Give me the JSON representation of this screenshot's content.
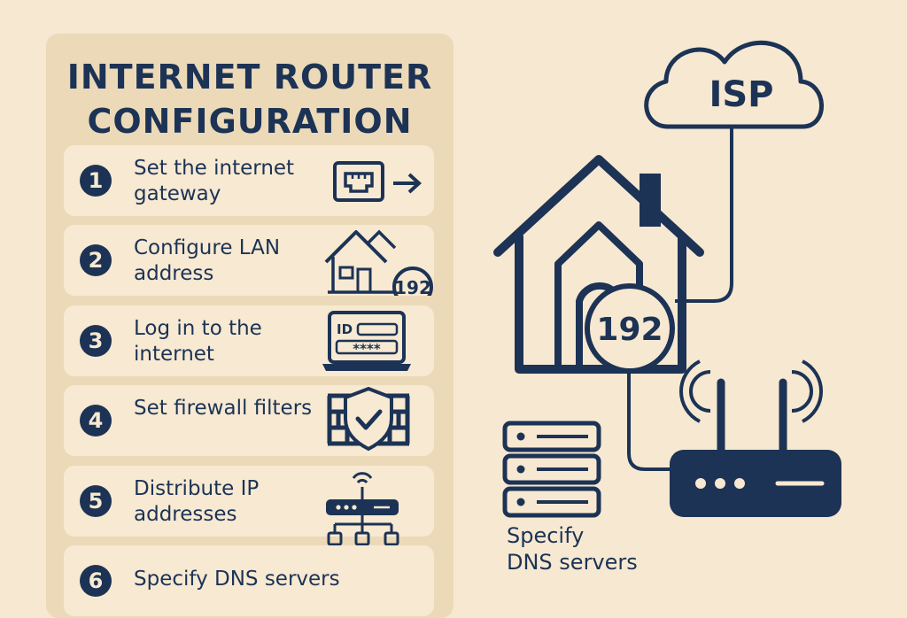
{
  "title": {
    "line1": "INTERNET ROUTER",
    "line2": "CONFIGURATION"
  },
  "steps": [
    {
      "num": "1",
      "label": "Set the internet gateway",
      "icon": "ethernet-port-arrow-icon"
    },
    {
      "num": "2",
      "label": "Configure LAN address",
      "icon": "house-192-icon",
      "badge": "192"
    },
    {
      "num": "3",
      "label": "Log in to the internet",
      "icon": "laptop-login-icon",
      "id_text": "ID",
      "password_text": "****"
    },
    {
      "num": "4",
      "label": "Set firewall filters",
      "icon": "firewall-shield-icon"
    },
    {
      "num": "5",
      "label": "Distribute IP addresses",
      "icon": "router-network-icon"
    },
    {
      "num": "6",
      "label": "Specify DNS servers"
    }
  ],
  "diagram": {
    "isp_label": "ISP",
    "lan_ip_label": "192",
    "dns_label": "Specify DNS servers",
    "dns_label_lines": [
      "Specify",
      "DNS servers"
    ]
  },
  "colors": {
    "background": "#f7e8d1",
    "panel": "#ecd9b8",
    "step_card": "#f7e9d2",
    "accent": "#1c3355"
  }
}
